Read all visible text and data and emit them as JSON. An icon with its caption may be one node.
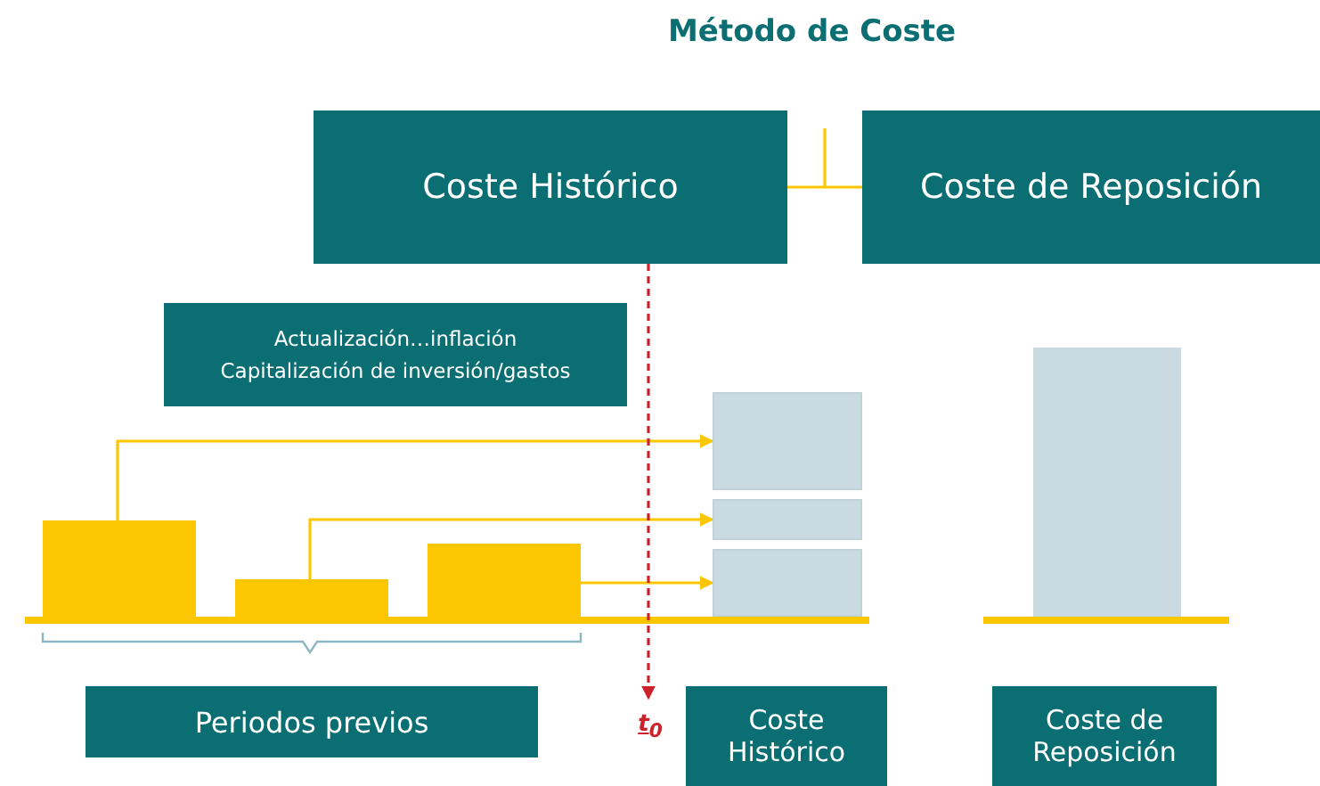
{
  "diagram": {
    "title": "Método de Coste",
    "nodes": [
      {
        "text": [
          "Coste Histórico"
        ]
      },
      {
        "text": [
          "Coste de Reposición"
        ]
      },
      {
        "text": [
          "Actualización…inflación",
          "Capitalización de inversión/gastos"
        ]
      },
      {
        "text": [],
        "shape": "bar"
      },
      {
        "text": [],
        "shape": "bar"
      },
      {
        "text": [],
        "shape": "bar"
      },
      {
        "text": [],
        "shape": "box"
      },
      {
        "text": [],
        "shape": "box"
      },
      {
        "text": [],
        "shape": "box"
      },
      {
        "text": [],
        "shape": "bar"
      },
      {
        "text": [
          "Periodos previos"
        ]
      },
      {
        "text": [
          "Coste Histórico"
        ]
      },
      {
        "text": [
          "Coste de Reposición"
        ]
      },
      {
        "text": [
          "t$_{0}$"
        ]
      }
    ],
    "edges": [
      {
        "from": 0,
        "to": 1,
        "arrow": "none"
      },
      {
        "from": 3,
        "to": 6,
        "arrow": "to"
      },
      {
        "from": 4,
        "to": 7,
        "arrow": "to"
      },
      {
        "from": 5,
        "to": 8,
        "arrow": "to"
      },
      {
        "from": 0,
        "to": 13,
        "arrow": "to",
        "style": "dashed",
        "color": "#cc2229"
      }
    ]
  }
}
